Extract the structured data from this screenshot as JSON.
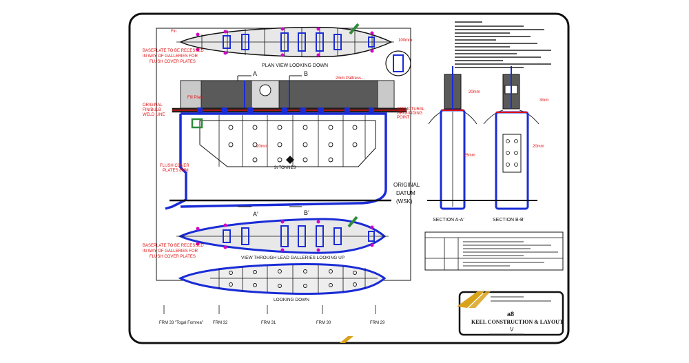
{
  "colors": {
    "ink": "#111111",
    "blue": "#1a2cd6",
    "red": "#e01010",
    "magenta": "#d400c8",
    "dark_fill": "#555555",
    "logo_gold": "#d9a21b",
    "green": "#2e8b3a"
  },
  "plan_view": {
    "title": "PLAN VIEW LOOKING DOWN",
    "dim_label": "100mm",
    "baseplate_note": [
      "BASEPLATE TO BE RECESSED",
      "IN WAY OF GALLERIES FOR",
      "FLUSH COVER PLATES"
    ]
  },
  "elevation": {
    "section_a": "A",
    "section_b": "B",
    "section_a_prime": "A'",
    "section_b_prime": "B'",
    "original_fin_note": [
      "ORIGINAL",
      "FIN/BULB",
      "WELD LINE"
    ],
    "fill_note": "Fill Plate",
    "cover_plate_note": "2mm Pattress...",
    "structural_ground_note": [
      "STRUCTURAL",
      "GROUNDING",
      "POINT"
    ],
    "flush_cover_note": [
      "FLUSH COVER",
      "PLATES 8MM"
    ],
    "weight_note": "3t TONNES",
    "dim_20mm": "20mm",
    "datum_note": [
      "ORIGINAL",
      "DATUM",
      "(WSK)"
    ]
  },
  "lead_view": {
    "title": "VIEW THROUGH LEAD GALLERIES LOOKING UP",
    "baseplate_note": [
      "BASEPLATE TO BE RECESSED",
      "IN WAY OF GALLERIES FOR",
      "FLUSH COVER PLATES"
    ]
  },
  "bottom_view": {
    "title": "LOOKING DOWN"
  },
  "frames": [
    "FRM 33  \"Togal Fomrea\"",
    "FRM 32",
    "FRM 31",
    "FRM 30",
    "FRM 29"
  ],
  "sections": {
    "a_title": "SECTION A-A'",
    "b_title": "SECTION B-B'",
    "dim_20mm": "20mm",
    "dim_25mm": "25mm",
    "dim_3mm": "3mm"
  },
  "title_block": {
    "drawing_title": "KEEL CONSTRUCTION & LAYOUT",
    "sheet_no": "a8",
    "revision": "V"
  }
}
